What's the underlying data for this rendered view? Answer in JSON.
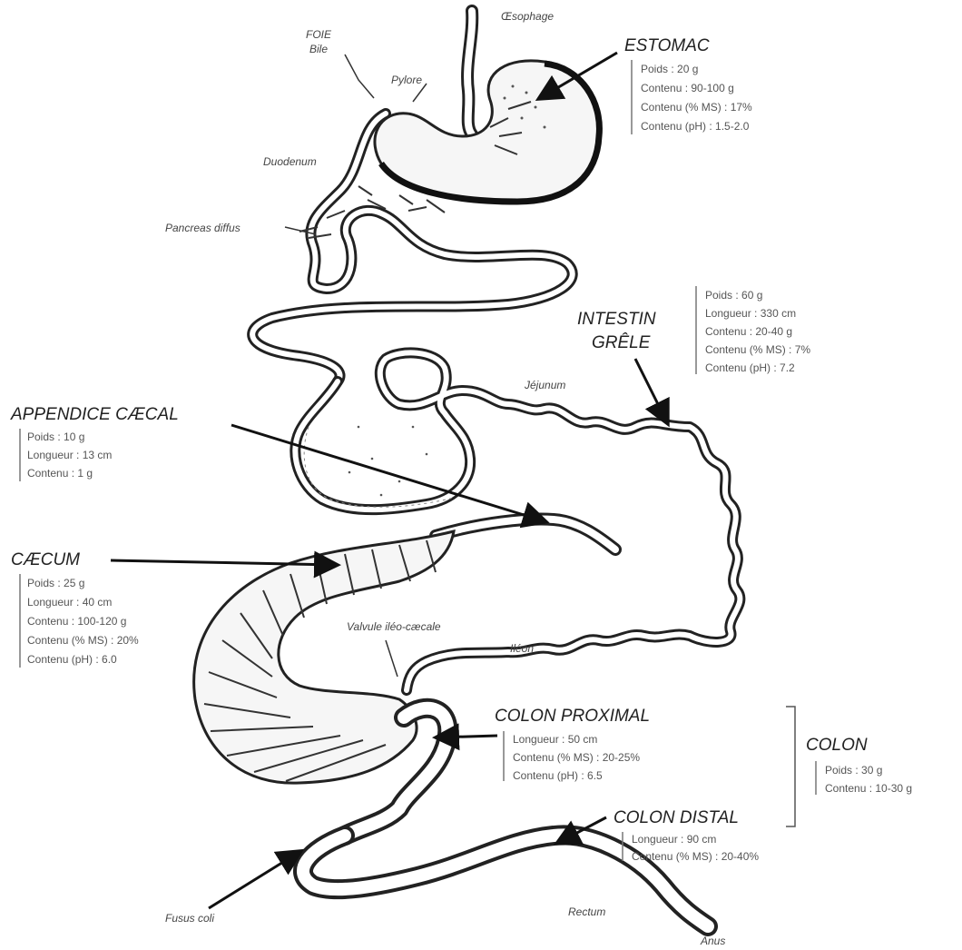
{
  "labels": {
    "oesophage": "Œsophage",
    "foie": "FOIE",
    "bile": "Bile",
    "pylore": "Pylore",
    "duodenum": "Duodenum",
    "pancreas": "Pancreas diffus",
    "jejunum": "Jéjunum",
    "ileon": "Iléon",
    "valvule": "Valvule iléo-cæcale",
    "fusus": "Fusus coli",
    "rectum": "Rectum",
    "anus": "Anus"
  },
  "estomac": {
    "title": "ESTOMAC",
    "lines": [
      "Poids : 20 g",
      "Contenu : 90-100 g",
      "Contenu (% MS) : 17%",
      "Contenu (pH) : 1.5-2.0"
    ]
  },
  "intestin": {
    "title_1": "INTESTIN",
    "title_2": "GRÊLE",
    "lines": [
      "Poids : 60 g",
      "Longueur : 330 cm",
      "Contenu : 20-40 g",
      "Contenu (% MS) : 7%",
      "Contenu (pH) : 7.2"
    ]
  },
  "appendice": {
    "title": "APPENDICE CÆCAL",
    "lines": [
      "Poids : 10 g",
      "Longueur : 13 cm",
      "Contenu : 1 g"
    ]
  },
  "caecum": {
    "title": "CÆCUM",
    "lines": [
      "Poids : 25 g",
      "Longueur : 40 cm",
      "Contenu : 100-120 g",
      "Contenu (% MS) : 20%",
      "Contenu (pH) : 6.0"
    ]
  },
  "colon_proximal": {
    "title": "COLON PROXIMAL",
    "lines": [
      "Longueur : 50 cm",
      "Contenu (% MS) : 20-25%",
      "Contenu (pH) : 6.5"
    ]
  },
  "colon": {
    "title": "COLON",
    "lines": [
      "Poids : 30 g",
      "Contenu : 10-30 g"
    ]
  },
  "colon_distal": {
    "title": "COLON DISTAL",
    "lines": [
      "Longueur : 90 cm",
      "Contenu (% MS) : 20-40%"
    ]
  }
}
